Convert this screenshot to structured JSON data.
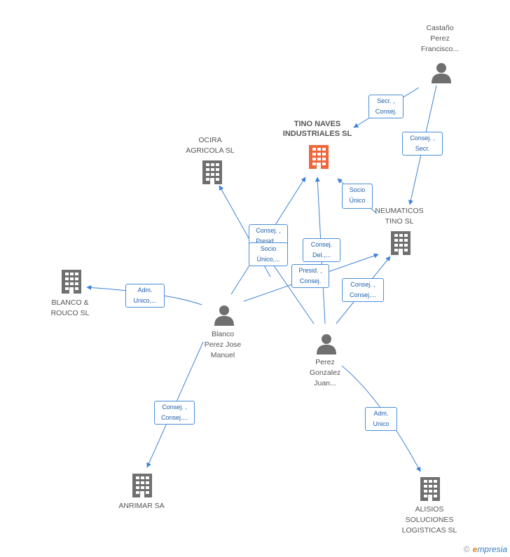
{
  "colors": {
    "edge": "#3d82d6",
    "node_icon": "#6f6f6f",
    "focus_icon": "#f0663a",
    "label_text": "#555555",
    "edge_label_border": "#4a8fd8",
    "edge_label_text": "#1f5fa8"
  },
  "nodes": {
    "tino": {
      "label": "TINO NAVES\nINDUSTRIALES SL",
      "kind": "company",
      "focus": true,
      "icon": "building-icon"
    },
    "ocira": {
      "label": "OCIRA\nAGRICOLA SL",
      "kind": "company",
      "icon": "building-icon"
    },
    "castano": {
      "label": "Castaño\nPerez\nFrancisco...",
      "kind": "person",
      "icon": "person-icon"
    },
    "neumaticos": {
      "label": "NEUMATICOS\nTINO SL",
      "kind": "company",
      "icon": "building-icon"
    },
    "blanco_rouco": {
      "label": "BLANCO &\nROUCO SL",
      "kind": "company",
      "icon": "building-icon"
    },
    "blanco_perez": {
      "label": "Blanco\nPerez Jose\nManuel",
      "kind": "person",
      "icon": "person-icon"
    },
    "perez_gonzalez": {
      "label": "Perez\nGonzalez\nJuan...",
      "kind": "person",
      "icon": "person-icon"
    },
    "anrimar": {
      "label": "ANRIMAR SA",
      "kind": "company",
      "icon": "building-icon"
    },
    "alisios": {
      "label": "ALISIOS\nSOLUCIONES\nLOGISTICAS  SL",
      "kind": "company",
      "icon": "building-icon"
    }
  },
  "edge_labels": {
    "castano_tino": "Secr. ,\nConsej.",
    "castano_neumaticos": "Consej. ,\nSecr.",
    "neumaticos_tino": "Socio\nÚnico",
    "blanco_tino": "Consej. ,\nPresid....",
    "blanco_ocira": "Socio\nÚnico,...",
    "perez_tino": "Consej.\nDel.,...",
    "blanco_neumaticos": "Presid. ,\nConsej.",
    "perez_neumaticos": "Consej. ,\nConsej....",
    "blanco_rouco": "Adm.\nUnico,...",
    "blanco_anrimar": "Consej. ,\nConsej....",
    "perez_alisios": "Adm.\nUnico"
  },
  "brand": {
    "copyright": "©",
    "first_letter": "e",
    "rest": "mpresia"
  }
}
